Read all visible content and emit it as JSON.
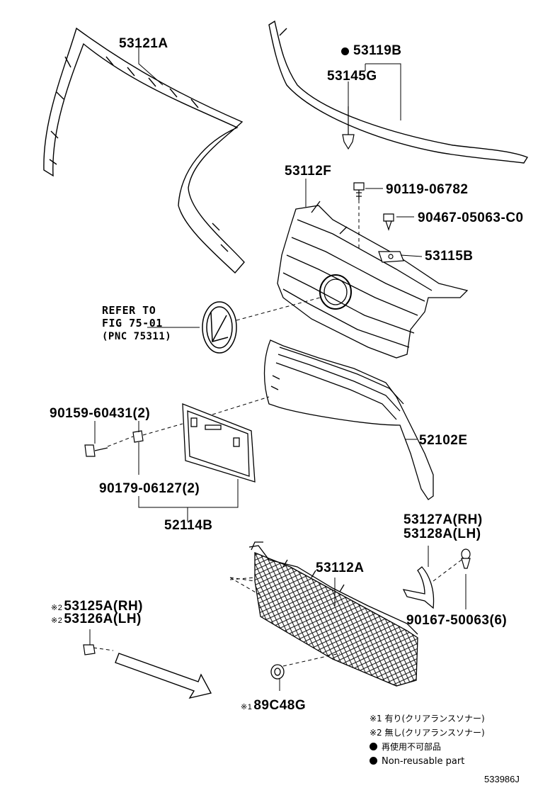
{
  "parts": {
    "p53121A": "53121A",
    "p53119B": "53119B",
    "p53145G": "53145G",
    "p53112F": "53112F",
    "p90119": "90119-06782",
    "p90467": "90467-05063-C0",
    "p53115B": "53115B",
    "p90159": "90159-60431(2)",
    "p52102E": "52102E",
    "p90179": "90179-06127(2)",
    "p52114B": "52114B",
    "p53127A": "53127A(RH)",
    "p53128A": "53128A(LH)",
    "p53112A": "53112A",
    "p90167": "90167-50063(6)",
    "p53125A": "53125A(RH)",
    "p53126A": "53126A(LH)",
    "p89C48G": "89C48G"
  },
  "refer": {
    "line1": "REFER TO",
    "line2": "FIG 75-01",
    "line3": "(PNC 75311)"
  },
  "marks": {
    "m1": "※1",
    "m2": "※2"
  },
  "legend": {
    "note1": "※1 有り(クリアランスソナー)",
    "note2": "※2 無し(クリアランスソナー)",
    "note3": "再使用不可部品",
    "note4": "Non-reusable part"
  },
  "figure_code": "533986J"
}
